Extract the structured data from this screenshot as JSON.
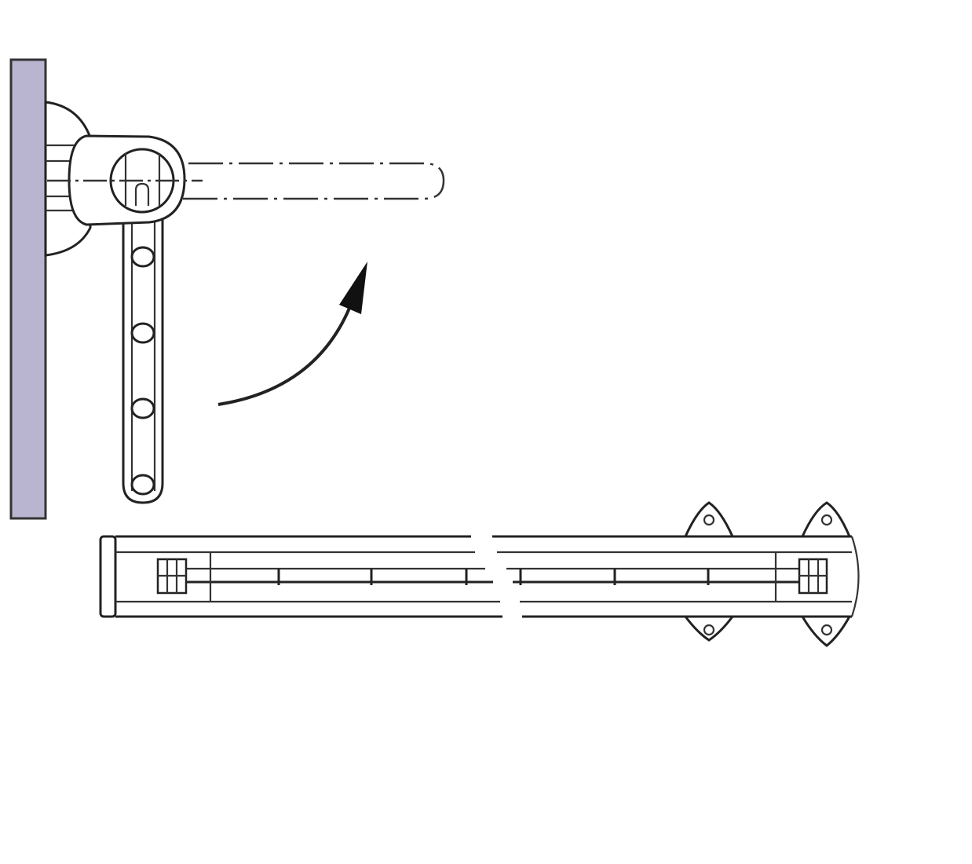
{
  "colors": {
    "wall": "#b9b4cf",
    "line": "#222222",
    "background": "#ffffff"
  },
  "diagram": {
    "views": [
      "folding-arm-side-view",
      "folding-arm-top-view"
    ],
    "vertical_arm_holes": 4,
    "arrow": "rotation-up"
  }
}
